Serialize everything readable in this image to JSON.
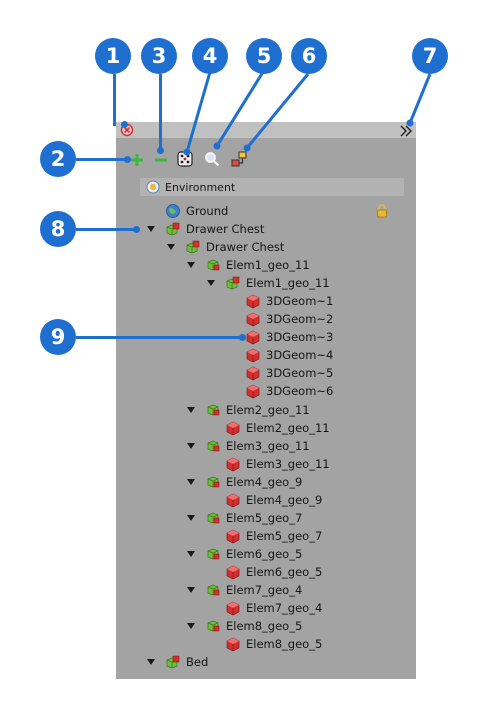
{
  "callouts": [
    "1",
    "2",
    "3",
    "4",
    "5",
    "6",
    "7",
    "8",
    "9"
  ],
  "toolbar": {
    "close_icon": "close-circle-icon",
    "add_icon": "plus-icon",
    "remove_icon": "minus-icon",
    "filter_icon": "dice-icon",
    "search_icon": "magnifier-icon",
    "hierarchy_icon": "hierarchy-icon",
    "collapse_icon": "double-chevron-right-icon"
  },
  "environment": {
    "label": "Environment"
  },
  "tree": [
    {
      "label": "Ground",
      "icon": "globe"
    },
    {
      "label": "Drawer Chest",
      "icon": "assembly"
    },
    {
      "label": "Drawer Chest",
      "icon": "assembly"
    },
    {
      "label": "Elem1_geo_11",
      "icon": "group"
    },
    {
      "label": "Elem1_geo_11",
      "icon": "assembly"
    },
    {
      "label": "3DGeom~1",
      "icon": "cube"
    },
    {
      "label": "3DGeom~2",
      "icon": "cube"
    },
    {
      "label": "3DGeom~3",
      "icon": "cube"
    },
    {
      "label": "3DGeom~4",
      "icon": "cube"
    },
    {
      "label": "3DGeom~5",
      "icon": "cube"
    },
    {
      "label": "3DGeom~6",
      "icon": "cube"
    },
    {
      "label": "Elem2_geo_11",
      "icon": "group"
    },
    {
      "label": "Elem2_geo_11",
      "icon": "cube"
    },
    {
      "label": "Elem3_geo_11",
      "icon": "group"
    },
    {
      "label": "Elem3_geo_11",
      "icon": "cube"
    },
    {
      "label": "Elem4_geo_9",
      "icon": "group"
    },
    {
      "label": "Elem4_geo_9",
      "icon": "cube"
    },
    {
      "label": "Elem5_geo_7",
      "icon": "group"
    },
    {
      "label": "Elem5_geo_7",
      "icon": "cube"
    },
    {
      "label": "Elem6_geo_5",
      "icon": "group"
    },
    {
      "label": "Elem6_geo_5",
      "icon": "cube"
    },
    {
      "label": "Elem7_geo_4",
      "icon": "group"
    },
    {
      "label": "Elem7_geo_4",
      "icon": "cube"
    },
    {
      "label": "Elem8_geo_5",
      "icon": "group"
    },
    {
      "label": "Elem8_geo_5",
      "icon": "cube"
    },
    {
      "label": "Bed",
      "icon": "assembly"
    }
  ],
  "colors": {
    "callout": "#1f6fd1",
    "panel": "#a3a3a3",
    "titlebar": "#c0c0c0"
  }
}
